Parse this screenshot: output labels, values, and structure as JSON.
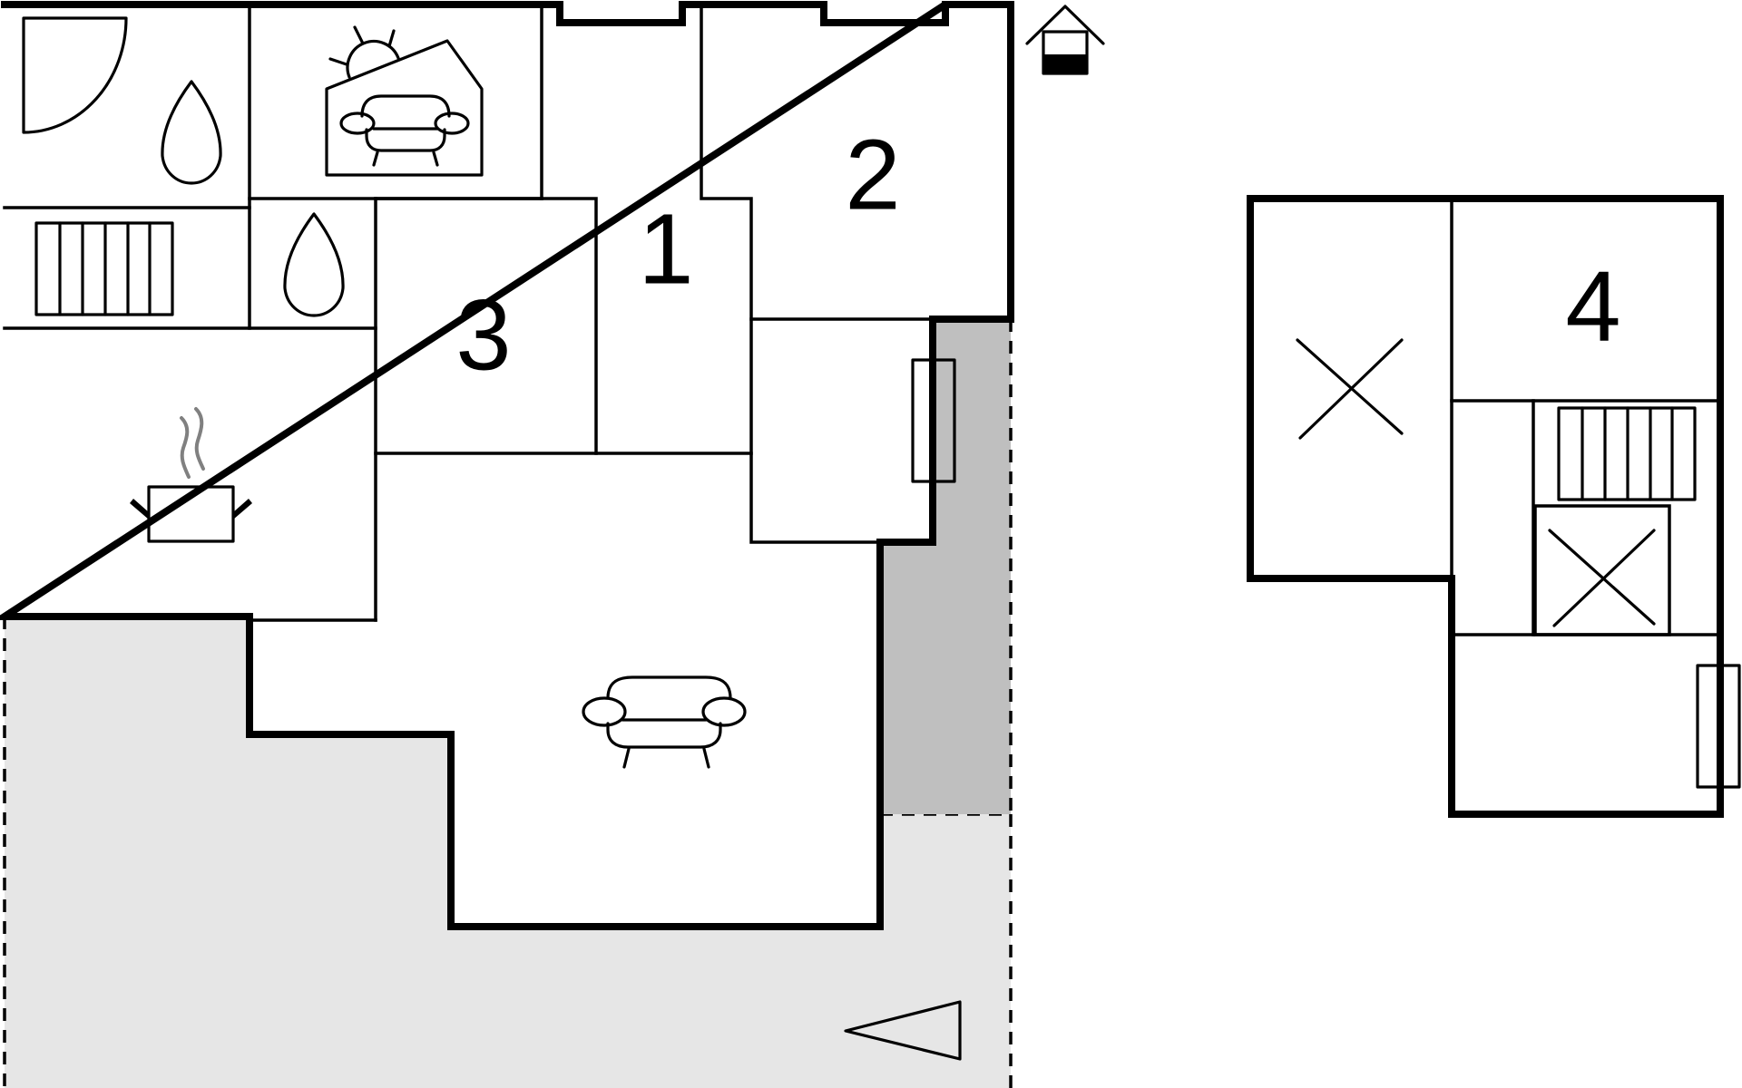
{
  "rooms": [
    {
      "label": "1"
    },
    {
      "label": "2"
    },
    {
      "label": "3"
    },
    {
      "label": "4"
    }
  ],
  "colors": {
    "terrace": "#e6e6e6",
    "covered_terrace": "#bfbfbf",
    "water": "#aaf0f8",
    "wall": "#000000",
    "steam": "#808080"
  },
  "icons": [
    "shower-icon",
    "water-drop-icon",
    "sofa-icon",
    "sun-icon",
    "radiator-icon",
    "pot-icon",
    "steam-icon",
    "window-icon",
    "sauna-icon",
    "bed-cross-icon",
    "north-arrow-icon"
  ]
}
